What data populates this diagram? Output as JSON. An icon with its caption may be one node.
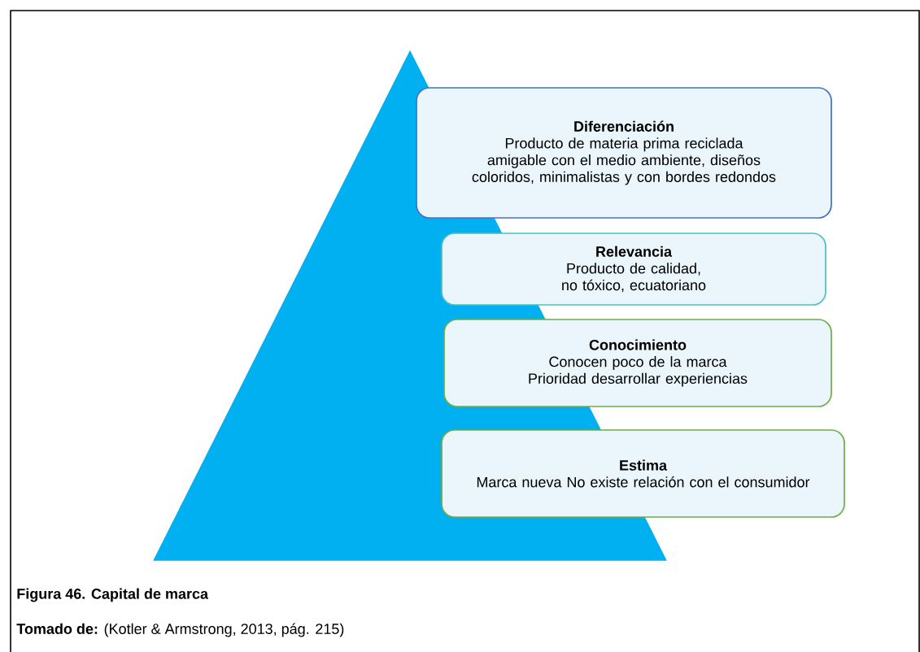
{
  "diagram": {
    "caption": "Figura 46.  Capital de marca",
    "nodes": [
      {
        "text": [],
        "shape": "triangle"
      },
      {
        "text": [
          "Diferenciación",
          "Producto de materia prima reciclada amigable con el medio ambiente, diseños coloridos, minimalistas y con bordes redondos"
        ]
      },
      {
        "text": [
          "Relevancia",
          "Producto de calidad, no tóxico, ecuatoriano"
        ]
      },
      {
        "text": [
          "Conocimiento",
          "Conocen poco de la marca Prioridad desarrollar experiencias"
        ]
      },
      {
        "text": [
          "Estima",
          "Marca nueva No existe relación con el consumidor"
        ]
      }
    ],
    "labels": [
      "**Tomado de:** (Kotler & Armstrong, 2013, pág. 215)"
    ]
  }
}
